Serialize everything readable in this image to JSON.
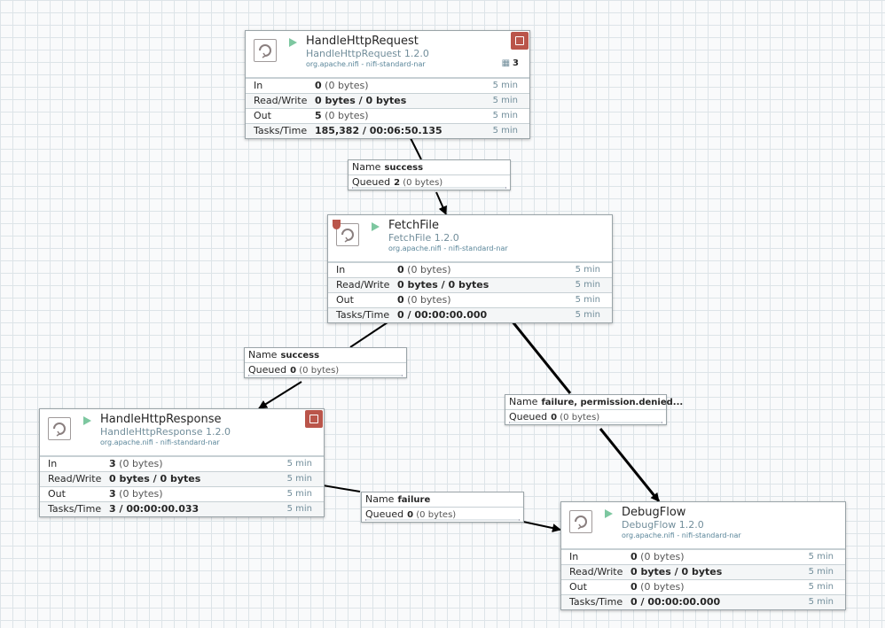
{
  "processors": {
    "handle_http_request": {
      "name": "HandleHttpRequest",
      "type": "HandleHttpRequest 1.2.0",
      "bundle": "org.apache.nifi - nifi-standard-nar",
      "active_threads": "3",
      "in_label": "In",
      "in_value": "0",
      "in_size": "(0 bytes)",
      "in_window": "5 min",
      "rw_label": "Read/Write",
      "rw_value": "0 bytes / 0 bytes",
      "rw_window": "5 min",
      "out_label": "Out",
      "out_value": "5",
      "out_size": "(0 bytes)",
      "out_window": "5 min",
      "tasks_label": "Tasks/Time",
      "tasks_value": "185,382 / 00:06:50.135",
      "tasks_window": "5 min"
    },
    "fetch_file": {
      "name": "FetchFile",
      "type": "FetchFile 1.2.0",
      "bundle": "org.apache.nifi - nifi-standard-nar",
      "in_label": "In",
      "in_value": "0",
      "in_size": "(0 bytes)",
      "in_window": "5 min",
      "rw_label": "Read/Write",
      "rw_value": "0 bytes / 0 bytes",
      "rw_window": "5 min",
      "out_label": "Out",
      "out_value": "0",
      "out_size": "(0 bytes)",
      "out_window": "5 min",
      "tasks_label": "Tasks/Time",
      "tasks_value": "0 / 00:00:00.000",
      "tasks_window": "5 min"
    },
    "handle_http_response": {
      "name": "HandleHttpResponse",
      "type": "HandleHttpResponse 1.2.0",
      "bundle": "org.apache.nifi - nifi-standard-nar",
      "in_label": "In",
      "in_value": "3",
      "in_size": "(0 bytes)",
      "in_window": "5 min",
      "rw_label": "Read/Write",
      "rw_value": "0 bytes / 0 bytes",
      "rw_window": "5 min",
      "out_label": "Out",
      "out_value": "3",
      "out_size": "(0 bytes)",
      "out_window": "5 min",
      "tasks_label": "Tasks/Time",
      "tasks_value": "3 / 00:00:00.033",
      "tasks_window": "5 min"
    },
    "debug_flow": {
      "name": "DebugFlow",
      "type": "DebugFlow 1.2.0",
      "bundle": "org.apache.nifi - nifi-standard-nar",
      "in_label": "In",
      "in_value": "0",
      "in_size": "(0 bytes)",
      "in_window": "5 min",
      "rw_label": "Read/Write",
      "rw_value": "0 bytes / 0 bytes",
      "rw_window": "5 min",
      "out_label": "Out",
      "out_value": "0",
      "out_size": "(0 bytes)",
      "out_window": "5 min",
      "tasks_label": "Tasks/Time",
      "tasks_value": "0 / 00:00:00.000",
      "tasks_window": "5 min"
    }
  },
  "connections": {
    "success_1": {
      "name_label": "Name",
      "name": "success",
      "queued_label": "Queued",
      "queued_count": "2",
      "queued_size": "(0 bytes)"
    },
    "success_2": {
      "name_label": "Name",
      "name": "success",
      "queued_label": "Queued",
      "queued_count": "0",
      "queued_size": "(0 bytes)"
    },
    "failure_permission": {
      "name_label": "Name",
      "name": "failure, permission.denied...",
      "queued_label": "Queued",
      "queued_count": "0",
      "queued_size": "(0 bytes)"
    },
    "failure": {
      "name_label": "Name",
      "name": "failure",
      "queued_label": "Queued",
      "queued_count": "0",
      "queued_size": "(0 bytes)"
    }
  },
  "colors": {
    "canvas": "#f9fafb",
    "grid": "#dde4e8",
    "run_icon": "#7dc7a0",
    "bulletin": "#ba554a",
    "type_text": "#728e9b",
    "connection_line": "#000000"
  },
  "icons": {
    "processor": "processor-icon",
    "run": "play-icon",
    "bulletin": "bulletin-icon",
    "threads": "active-threads-icon",
    "restricted": "restricted-badge-icon"
  }
}
